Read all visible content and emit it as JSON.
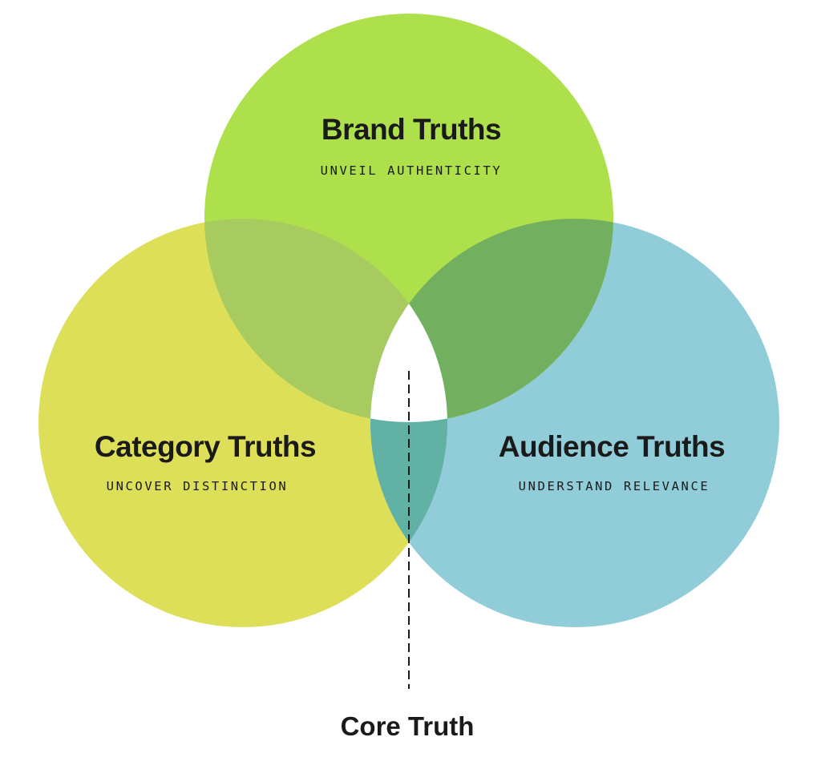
{
  "circles": {
    "brand": {
      "title": "Brand Truths",
      "subtitle": "UNVEIL AUTHENTICITY",
      "color": "#ADE04B"
    },
    "category": {
      "title": "Category Truths",
      "subtitle": "UNCOVER DISTINCTION",
      "color": "#DEDF59"
    },
    "audience": {
      "title": "Audience Truths",
      "subtitle": "UNDERSTAND RELEVANCE",
      "color": "#91CDD8"
    }
  },
  "overlaps": {
    "brand_category": "#A8CB60",
    "brand_audience": "#72B05F",
    "category_audience": "#62B1A5"
  },
  "center": {
    "label": "Core Truth",
    "color": "#FFFFFF"
  }
}
